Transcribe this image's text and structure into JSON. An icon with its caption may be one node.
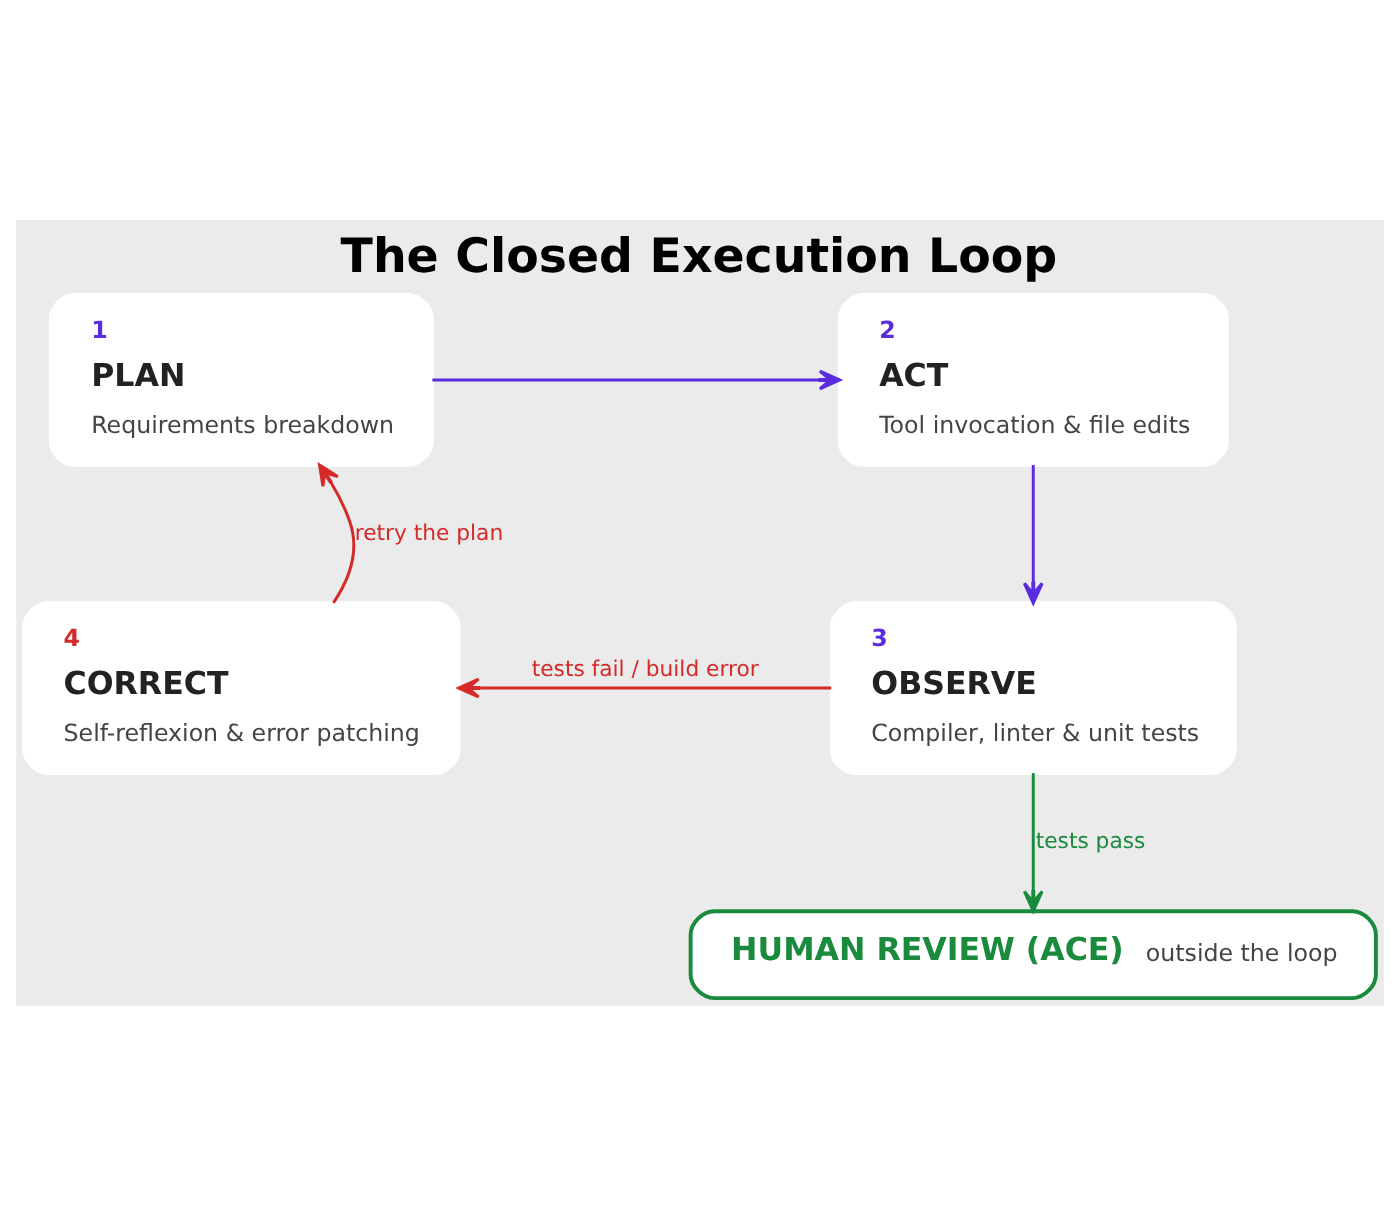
{
  "diagram": {
    "title": "The Closed Execution Loop",
    "nodes": [
      {
        "text": [
          "1",
          "PLAN",
          "Requirements breakdown"
        ]
      },
      {
        "text": [
          "2",
          "ACT",
          "Tool invocation & file edits"
        ]
      },
      {
        "text": [
          "3",
          "OBSERVE",
          "Compiler, linter & unit tests"
        ]
      },
      {
        "text": [
          "4",
          "CORRECT",
          "Self-reflexion & error patching"
        ]
      },
      {
        "text": [
          "HUMAN REVIEW (ACE)",
          "outside the loop"
        ]
      }
    ],
    "edges": [
      {
        "from": 0,
        "to": 1,
        "arrow": "to"
      },
      {
        "from": 1,
        "to": 2,
        "arrow": "to"
      },
      {
        "from": 2,
        "to": 3,
        "arrow": "to",
        "label": "tests fail / build error",
        "color": "#d42a2a"
      },
      {
        "from": 3,
        "to": 0,
        "arrow": "to",
        "label": "retry the plan",
        "color": "#d42a2a"
      },
      {
        "from": 2,
        "to": 4,
        "arrow": "to",
        "label": "tests pass",
        "color": "#1a8a3c"
      }
    ]
  }
}
